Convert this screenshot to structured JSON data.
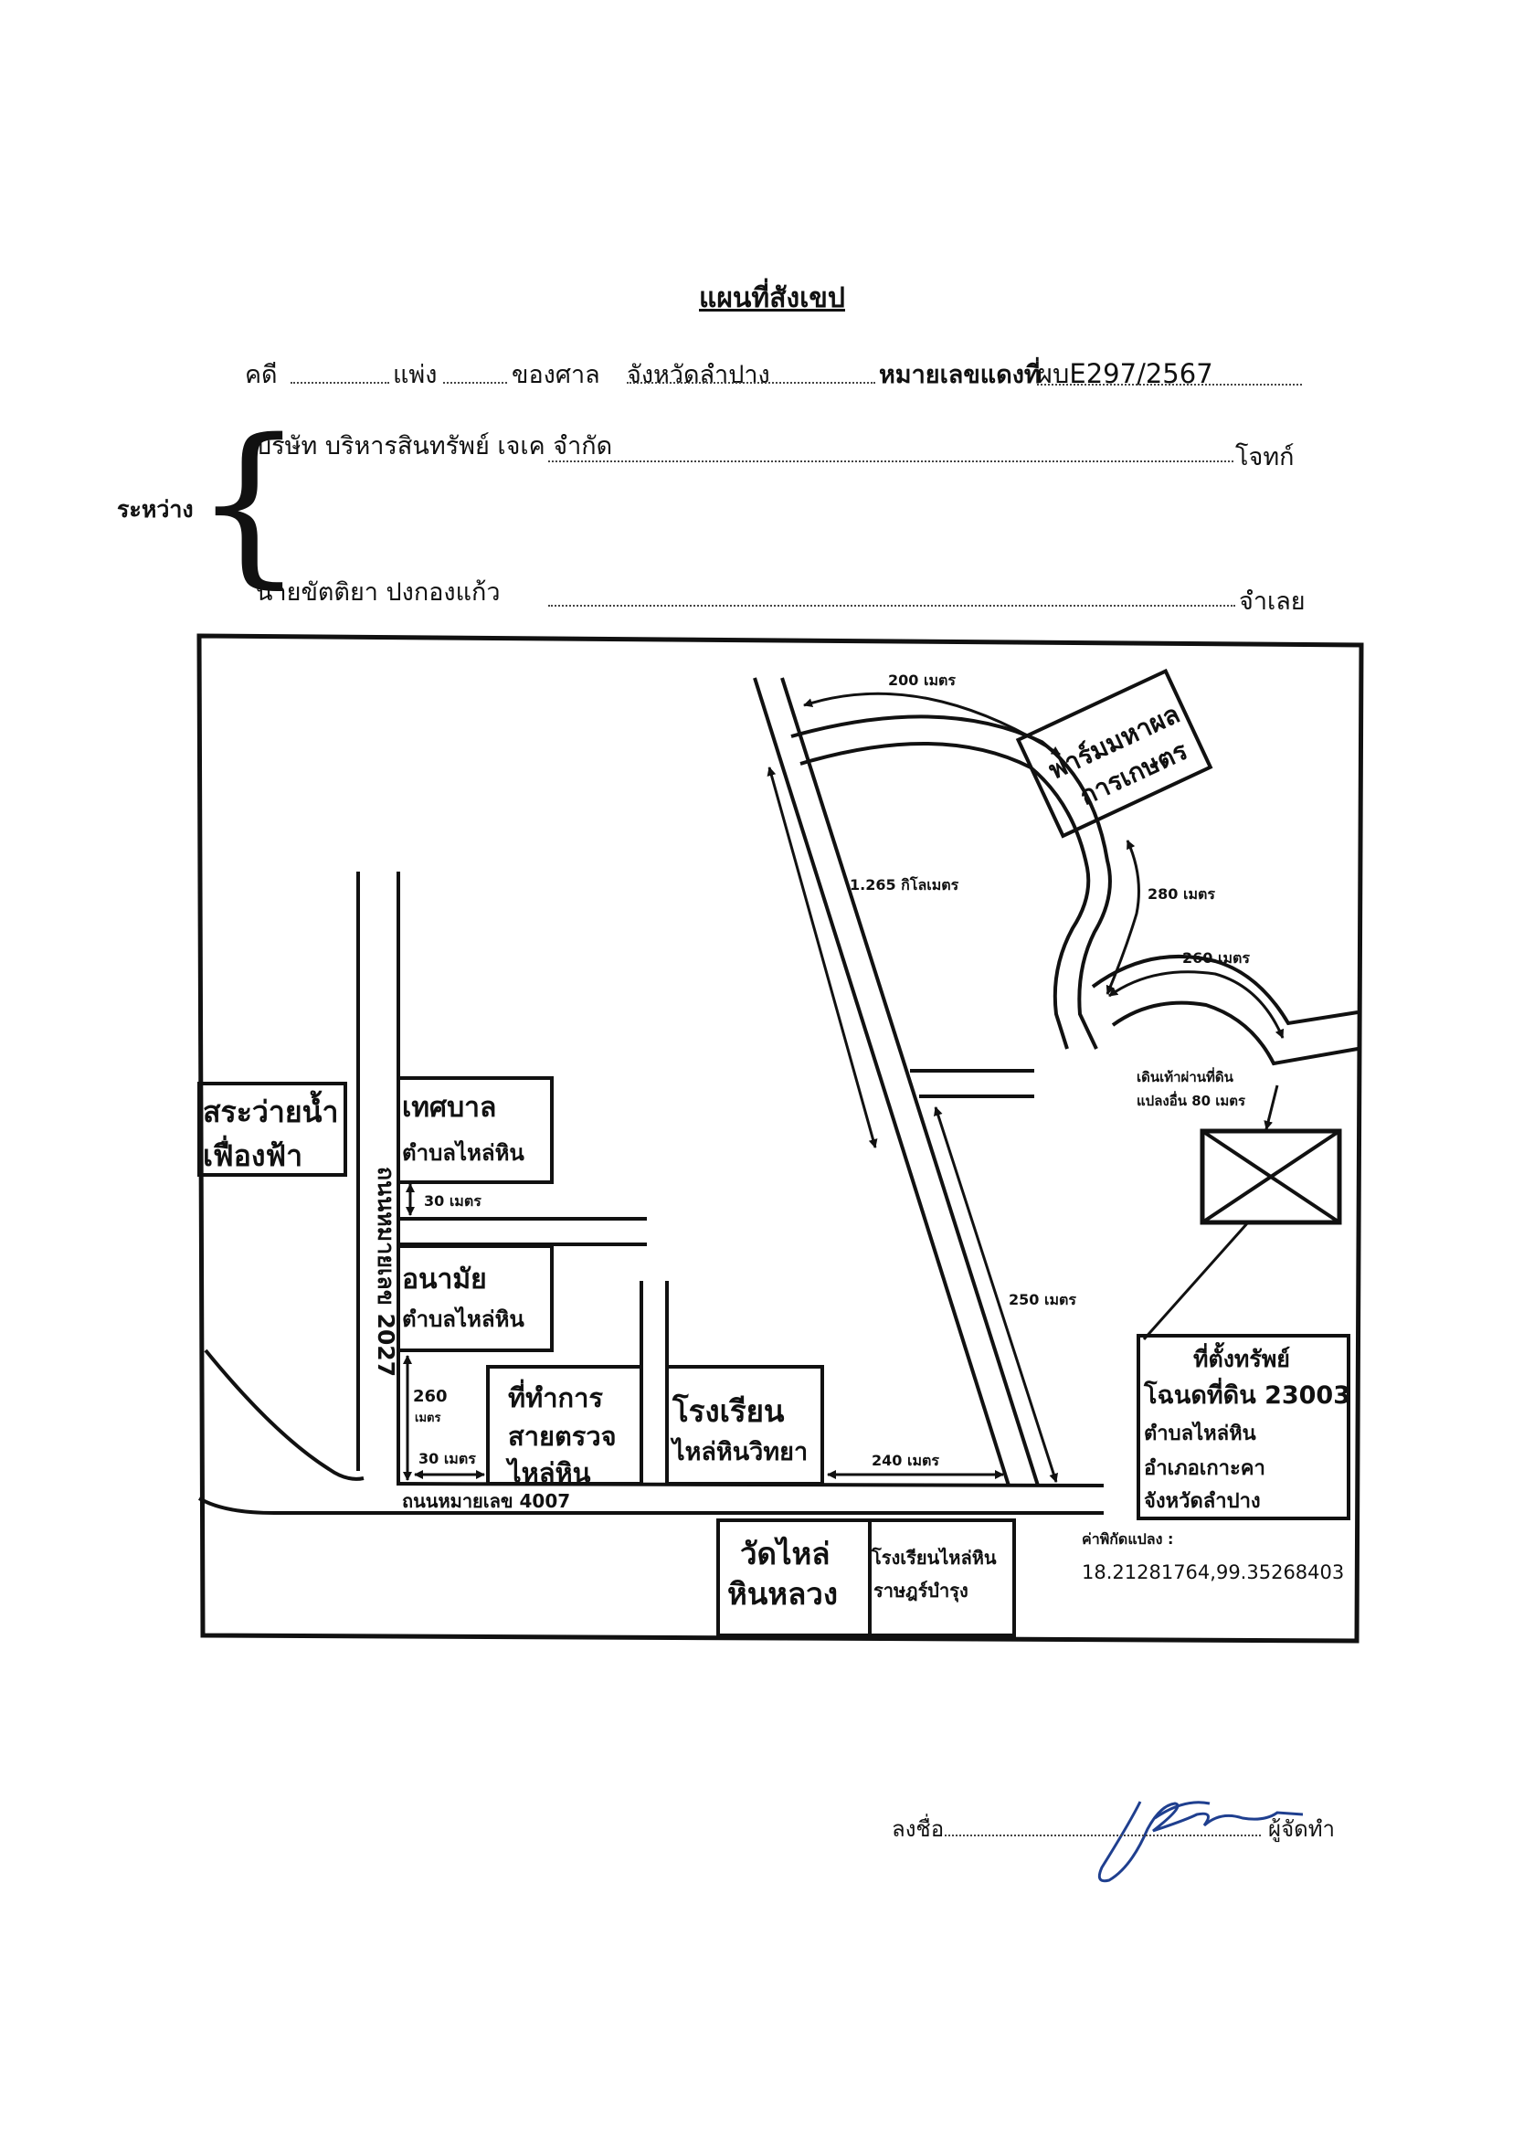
{
  "header": {
    "title": "แผนที่สังเขป",
    "case_label": "คดี",
    "case_type": "แพ่ง",
    "court_label": "ของศาล",
    "court_name": "จังหวัดลำปาง",
    "red_case_label": "หมายเลขแดงที่",
    "red_case_number": "ผบE297/2567",
    "between_label": "ระหว่าง",
    "plaintiff_name": "บริษัท บริหารสินทรัพย์ เจเค จำกัด",
    "plaintiff_role": "โจทก์",
    "defendant_name": "นายขัตติยา ปงกองแก้ว",
    "defendant_role": "จำเลย"
  },
  "map": {
    "road_2027": "ถนนหมายเลข 2027",
    "road_4007": "ถนนหมายเลข 4007",
    "places": {
      "pool_1": "สระว่ายน้ำ",
      "pool_2": "เฟื่องฟ้า",
      "municipality_1": "เทศบาล",
      "municipality_2": "ตำบลไหล่หิน",
      "health_1": "อนามัย",
      "health_2": "ตำบลไหล่หิน",
      "police_1": "ที่ทำการ",
      "police_2": "สายตรวจ",
      "police_3": "ไหล่หิน",
      "school_1": "โรงเรียน",
      "school_2": "ไหล่หินวิทยา",
      "temple_1": "วัดไหล่",
      "temple_2": "หินหลวง",
      "school2_1": "โรงเรียนไหล่หิน",
      "school2_2": "ราษฎร์บำรุง",
      "farm_1": "ฟาร์มมหาผล",
      "farm_2": "การเกษตร"
    },
    "distances": {
      "d200": "200 เมตร",
      "d1265": "1.265 กิโลเมตร",
      "d280": "280 เมตร",
      "d260a": "260 เมตร",
      "walk_1": "เดินเท้าผ่านที่ดิน",
      "walk_2": "แปลงอื่น 80 เมตร",
      "d250": "250 เมตร",
      "d240": "240 เมตร",
      "d30a": "30 เมตร",
      "d260b_num": "260",
      "d260b_unit": "เมตร",
      "d30b": "30 เมตร"
    },
    "property": {
      "title": "ที่ตั้งทรัพย์",
      "deed": "โฉนดที่ดิน 23003",
      "subdistrict": "ตำบลไหล่หิน",
      "district": "อำเภอเกาะคา",
      "province": "จังหวัดลำปาง"
    },
    "coords_label": "ค่าพิกัดแปลง :",
    "coords_value": "18.21281764,99.35268403"
  },
  "signature": {
    "sign_label": "ลงชื่อ",
    "role": "ผู้จัดทำ"
  },
  "colors": {
    "ink": "#111111",
    "signature_ink": "#1f3f8f",
    "paper": "#ffffff"
  }
}
